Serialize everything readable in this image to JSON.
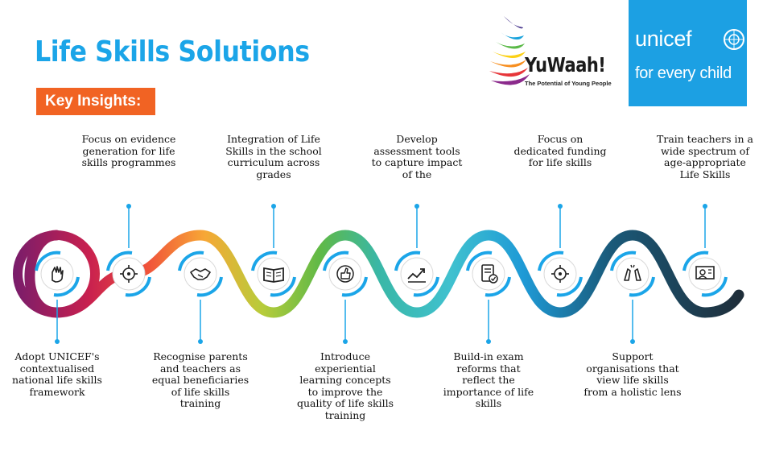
{
  "header": {
    "title": "Life Skills Solutions",
    "badge": "Key Insights:"
  },
  "logos": {
    "yuwaah_name": "YuWaah!",
    "yuwaah_tagline": "The Potential of Young People",
    "unicef_name": "unicef",
    "unicef_tagline": "for every child",
    "unicef_color": "#1ca0e3"
  },
  "insights": [
    {
      "text": "Adopt UNICEF's contextualised national life skills framework",
      "icon": "hand-icon",
      "position": "below"
    },
    {
      "text": "Focus on evidence generation for life skills programmes",
      "icon": "target-icon",
      "position": "above"
    },
    {
      "text": "Recognise parents and teachers as equal beneficiaries of life skills training",
      "icon": "handshake-icon",
      "position": "below"
    },
    {
      "text": "Integration of Life Skills in the school curriculum across grades",
      "icon": "book-icon",
      "position": "above"
    },
    {
      "text": "Introduce experiential learning concepts to improve the quality of life skills training",
      "icon": "thumbs-up-icon",
      "position": "below"
    },
    {
      "text": "Develop assessment tools to capture impact of the",
      "icon": "growth-chart-icon",
      "position": "above"
    },
    {
      "text": "Build-in exam reforms that reflect the importance of life skills",
      "icon": "checklist-icon",
      "position": "below"
    },
    {
      "text": "Focus on dedicated funding for life skills",
      "icon": "target-icon",
      "position": "above"
    },
    {
      "text": "Support organisations that view life skills from a holistic lens",
      "icon": "high-five-icon",
      "position": "below"
    },
    {
      "text": "Train teachers in a wide spectrum of age-appropriate Life Skills",
      "icon": "teacher-icon",
      "position": "above"
    }
  ],
  "colors": {
    "title": "#1ba5e8",
    "badge": "#f16323",
    "connector": "#1ba5e8",
    "ribbon": [
      "#7b1d6a",
      "#c8204f",
      "#f0513a",
      "#f7a736",
      "#b7cc3a",
      "#5fb947",
      "#39b7a6",
      "#40c1cf",
      "#1e9ad6",
      "#1a5a7a",
      "#1f2e3a"
    ]
  }
}
